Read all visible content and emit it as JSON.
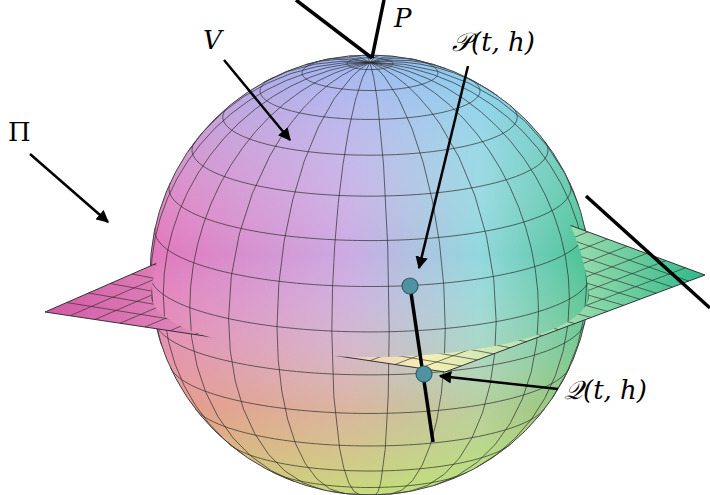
{
  "diagram": {
    "labels": [
      "V",
      "P",
      "𝒫(t, h)",
      "Π",
      "𝒬(t, h)"
    ]
  }
}
